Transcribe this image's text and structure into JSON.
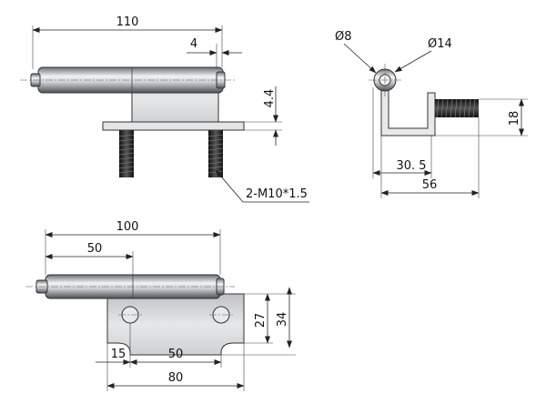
{
  "top_view": {
    "overall_length": "110",
    "pin_offset": "4",
    "plate_thickness": "4.4",
    "thread_label": "2-M10*1.5"
  },
  "side_view": {
    "pin_diameter": "Ø8",
    "barrel_diameter": "Ø14",
    "height": "18",
    "offset_to_bolt": "30. 5",
    "overall_width": "56"
  },
  "front_view": {
    "barrel_length": "100",
    "half_length": "50",
    "height_inner": "27",
    "height_outer": "34",
    "hole_edge_offset": "15",
    "hole_spacing": "50",
    "plate_length": "80"
  },
  "colors": {
    "metal_dark": "#555a60",
    "metal_light": "#e2e4e6",
    "plate": "#d9d9d9",
    "thread": "#2b2b2b"
  }
}
